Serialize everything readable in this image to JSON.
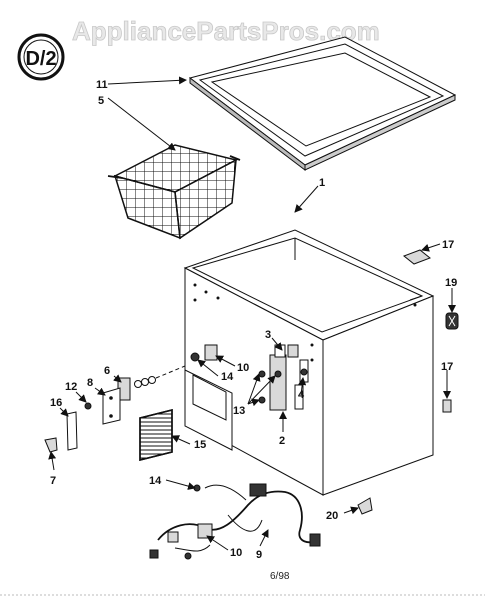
{
  "watermark": "AppliancePartsPros.com",
  "badge": "D/2",
  "date_code": "6/98",
  "callouts": {
    "c1": "1",
    "c2": "2",
    "c3": "3",
    "c4": "4",
    "c5": "5",
    "c6": "6",
    "c7": "7",
    "c8": "8",
    "c9": "9",
    "c10a": "10",
    "c10b": "10",
    "c11": "11",
    "c12": "12",
    "c13": "13",
    "c14a": "14",
    "c14b": "14",
    "c15": "15",
    "c16": "16",
    "c17a": "17",
    "c17b": "17",
    "c19": "19",
    "c20": "20"
  }
}
